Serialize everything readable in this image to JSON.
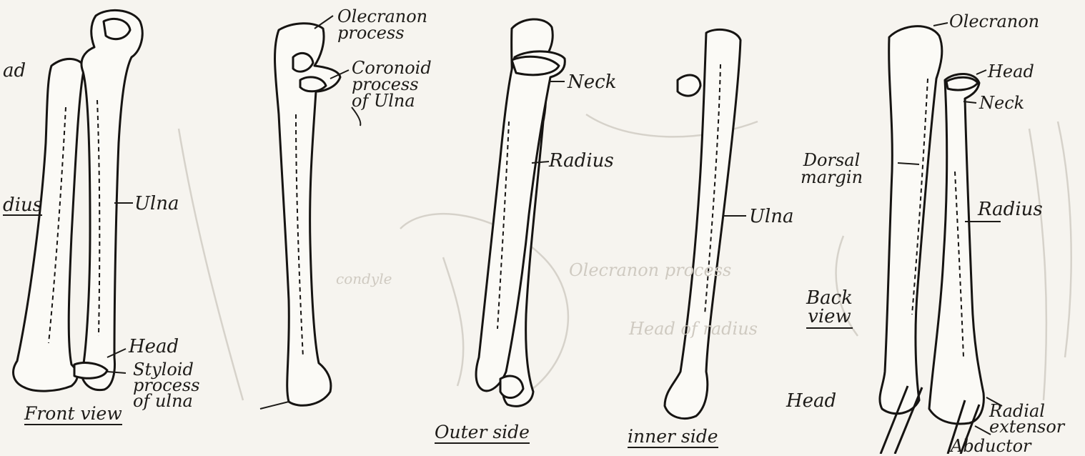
{
  "labels": {
    "front_head_partial": "ad",
    "front_radius_partial": "dius",
    "front_ulna": "Ulna",
    "front_head_lower": "Head",
    "front_styloid": "Styloid\nprocess\nof ulna",
    "olecranon_process": "Olecranon\nprocess",
    "coronoid_process": "Coronoid\nprocess\nof Ulna",
    "outer_neck": "Neck",
    "outer_radius": "Radius",
    "inner_ulna": "Ulna",
    "back_olecranon": "Olecranon",
    "back_head": "Head",
    "back_neck": "Neck",
    "back_dorsal_margin": "Dorsal\nmargin",
    "back_radius": "Radius",
    "back_head_lower": "Head",
    "back_radial_extensor": "Radial\nextensor",
    "back_abductor": "Abductor"
  },
  "captions": {
    "front_view": "Front view",
    "outer_side": "Outer side",
    "inner_side": "inner side",
    "back_view": "Back\nview"
  },
  "ghost_text": {
    "olecranon_faint": "Olecranon process",
    "head_radius_faint": "Head of radius",
    "condyle_faint": "condyle"
  }
}
